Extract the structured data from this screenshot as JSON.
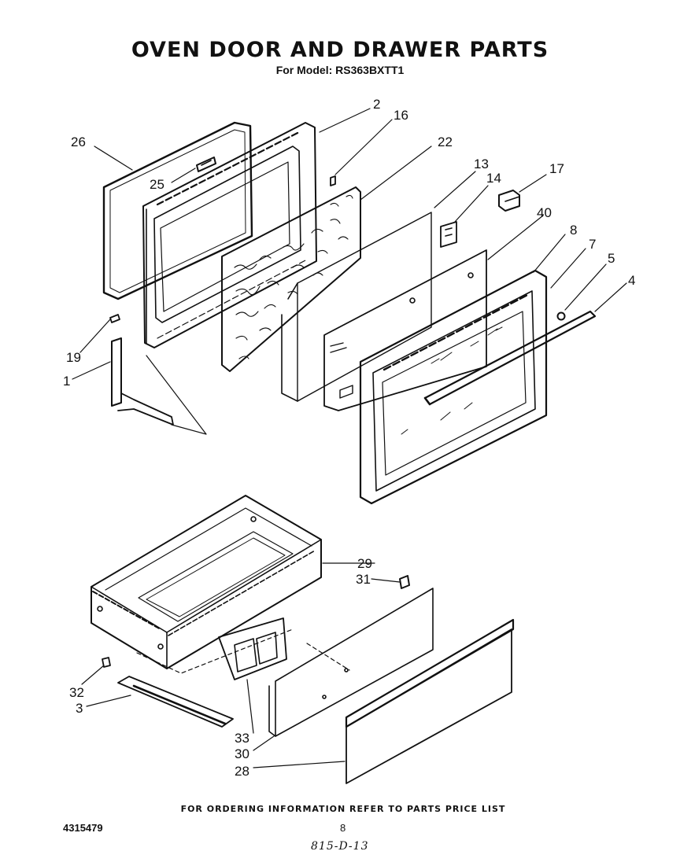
{
  "header": {
    "title": "OVEN DOOR AND DRAWER PARTS",
    "subtitle": "For Model: RS363BXTT1"
  },
  "callouts": [
    "2",
    "16",
    "26",
    "22",
    "25",
    "13",
    "14",
    "17",
    "40",
    "8",
    "7",
    "5",
    "4",
    "19",
    "1",
    "29",
    "31",
    "32",
    "3",
    "33",
    "30",
    "28"
  ],
  "footer": {
    "note": "FOR ORDERING INFORMATION REFER TO PARTS PRICE LIST",
    "doc_number": "4315479",
    "page_number": "8",
    "handwritten": "815-D-13"
  }
}
